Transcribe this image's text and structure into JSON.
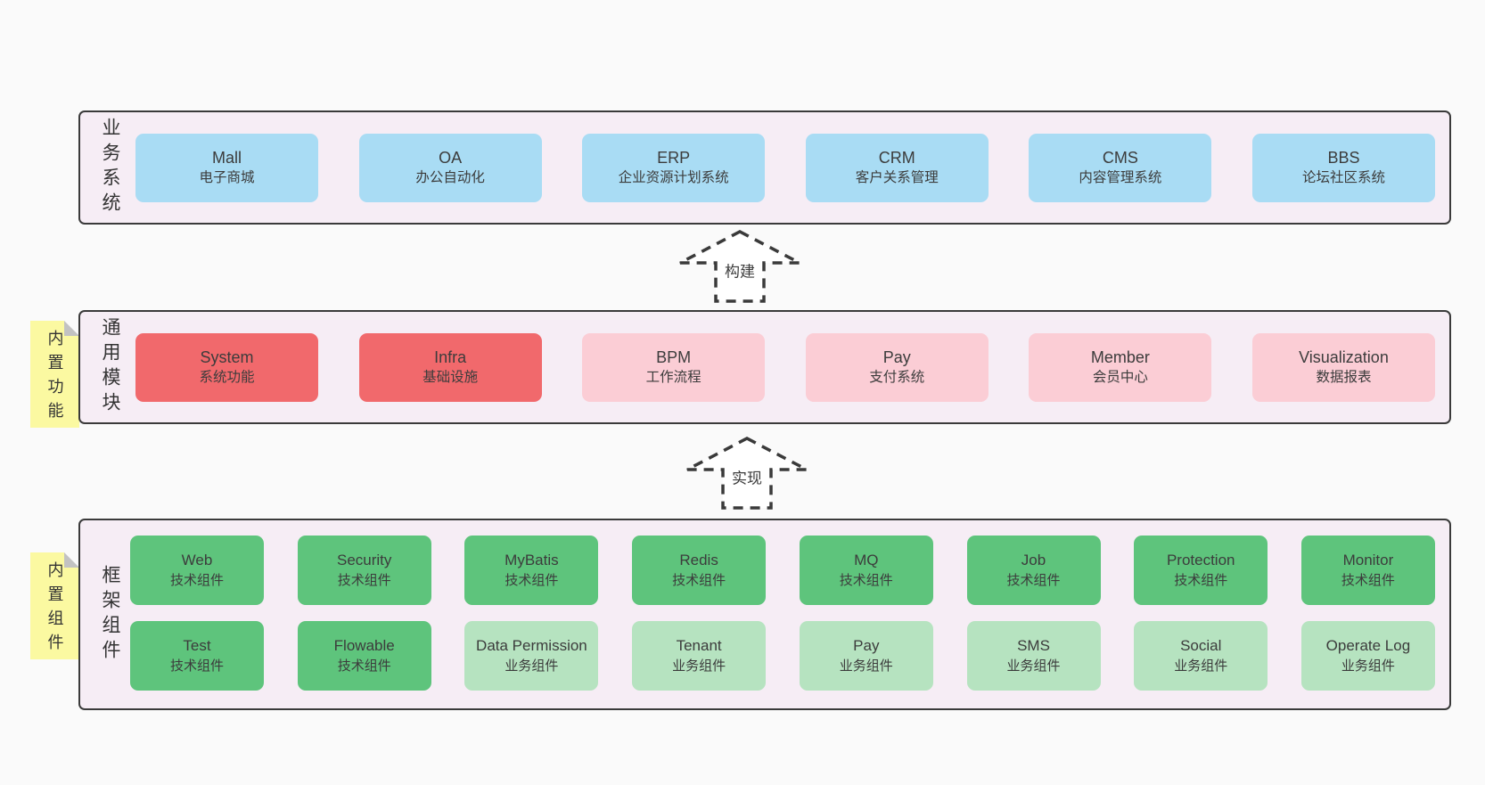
{
  "palette": {
    "canvas_bg": "#fafafa",
    "section_bg": "#f6edf5",
    "section_border": "#3a3a3a",
    "blue_box": "#a9dcf4",
    "red_box": "#f1696c",
    "pink_box": "#fbcdd5",
    "green_dark_box": "#5ec47c",
    "green_light_box": "#b6e3c0",
    "sticky_yellow": "#fbf9a1",
    "text": "#3c3c3c"
  },
  "sections": {
    "business": {
      "side_label": "业务系统",
      "items": [
        {
          "title": "Mall",
          "subtitle": "电子商城",
          "color": "blue"
        },
        {
          "title": "OA",
          "subtitle": "办公自动化",
          "color": "blue"
        },
        {
          "title": "ERP",
          "subtitle": "企业资源计划系统",
          "color": "blue"
        },
        {
          "title": "CRM",
          "subtitle": "客户关系管理",
          "color": "blue"
        },
        {
          "title": "CMS",
          "subtitle": "内容管理系统",
          "color": "blue"
        },
        {
          "title": "BBS",
          "subtitle": "论坛社区系统",
          "color": "blue"
        }
      ]
    },
    "modules": {
      "sticky_label": "内置功能",
      "side_label": "通用模块",
      "items": [
        {
          "title": "System",
          "subtitle": "系统功能",
          "color": "red"
        },
        {
          "title": "Infra",
          "subtitle": "基础设施",
          "color": "red"
        },
        {
          "title": "BPM",
          "subtitle": "工作流程",
          "color": "pink"
        },
        {
          "title": "Pay",
          "subtitle": "支付系统",
          "color": "pink"
        },
        {
          "title": "Member",
          "subtitle": "会员中心",
          "color": "pink"
        },
        {
          "title": "Visualization",
          "subtitle": "数据报表",
          "color": "pink"
        }
      ]
    },
    "components": {
      "sticky_label": "内置组件",
      "side_label": "框架组件",
      "row1": [
        {
          "title": "Web",
          "subtitle": "技术组件",
          "color": "green-dark"
        },
        {
          "title": "Security",
          "subtitle": "技术组件",
          "color": "green-dark"
        },
        {
          "title": "MyBatis",
          "subtitle": "技术组件",
          "color": "green-dark"
        },
        {
          "title": "Redis",
          "subtitle": "技术组件",
          "color": "green-dark"
        },
        {
          "title": "MQ",
          "subtitle": "技术组件",
          "color": "green-dark"
        },
        {
          "title": "Job",
          "subtitle": "技术组件",
          "color": "green-dark"
        },
        {
          "title": "Protection",
          "subtitle": "技术组件",
          "color": "green-dark"
        },
        {
          "title": "Monitor",
          "subtitle": "技术组件",
          "color": "green-dark"
        }
      ],
      "row2": [
        {
          "title": "Test",
          "subtitle": "技术组件",
          "color": "green-dark"
        },
        {
          "title": "Flowable",
          "subtitle": "技术组件",
          "color": "green-dark"
        },
        {
          "title": "Data Permission",
          "subtitle": "业务组件",
          "color": "green-light"
        },
        {
          "title": "Tenant",
          "subtitle": "业务组件",
          "color": "green-light"
        },
        {
          "title": "Pay",
          "subtitle": "业务组件",
          "color": "green-light"
        },
        {
          "title": "SMS",
          "subtitle": "业务组件",
          "color": "green-light"
        },
        {
          "title": "Social",
          "subtitle": "业务组件",
          "color": "green-light"
        },
        {
          "title": "Operate Log",
          "subtitle": "业务组件",
          "color": "green-light"
        }
      ]
    }
  },
  "arrows": {
    "build": {
      "label": "构建"
    },
    "implement": {
      "label": "实现"
    }
  }
}
